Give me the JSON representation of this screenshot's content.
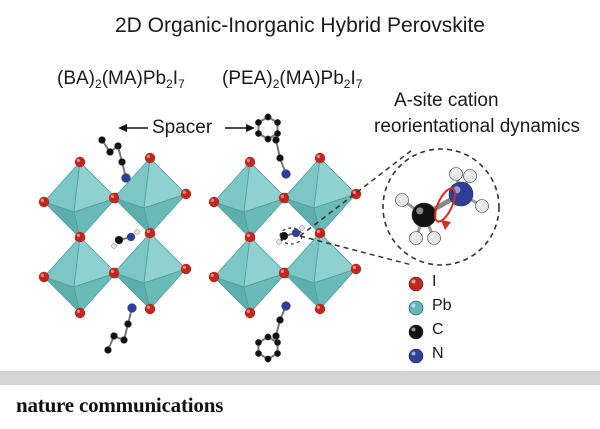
{
  "figure": {
    "title": "2D Organic-Inorganic Hybrid Perovskite",
    "formula_ba": {
      "open": "(BA)",
      "s1": "2",
      "mid": "(MA)Pb",
      "s2": "2",
      "el": "I",
      "s3": "7"
    },
    "formula_pea": {
      "open": "(PEA)",
      "s1": "2",
      "mid": "(MA)Pb",
      "s2": "2",
      "el": "I",
      "s3": "7"
    },
    "spacer_label": "Spacer",
    "asite_line1": "A-site cation",
    "asite_line2": "reorientational dynamics",
    "legend": [
      {
        "label": "I",
        "color": "#c0281f"
      },
      {
        "label": "Pb",
        "color": "#5fb8b8"
      },
      {
        "label": "C",
        "color": "#111111"
      },
      {
        "label": "N",
        "color": "#2c3f9a"
      }
    ]
  },
  "footer": {
    "journal": "nature communications"
  },
  "colors": {
    "octahedron": "#7cc6c6",
    "octahedron_dark": "#4f9f9f",
    "iodine": "#c0281f",
    "carbon": "#111111",
    "nitrogen": "#2c3f9a",
    "hydrogen": "#e6e6e6",
    "band": "#d4d4d4"
  }
}
